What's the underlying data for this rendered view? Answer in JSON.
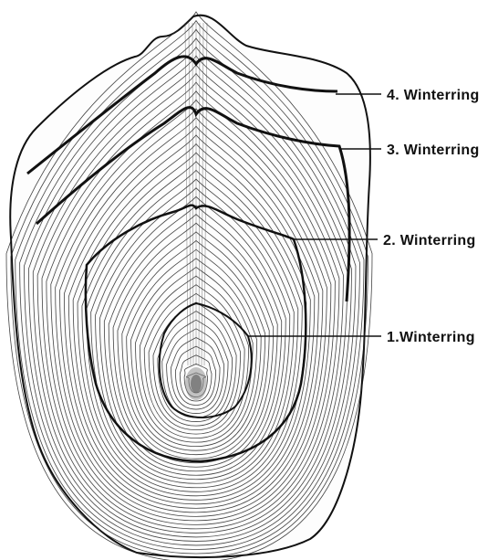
{
  "labels": {
    "ring4": "4. Winterring",
    "ring3": "3. Winterring",
    "ring2": "2. Winterring",
    "ring1": "1.Winterring"
  },
  "colors": {
    "ink": "#111111",
    "background": "#ffffff"
  },
  "icons": [
    "fish-scale-illustration",
    "growth-ring-leader-lines"
  ]
}
